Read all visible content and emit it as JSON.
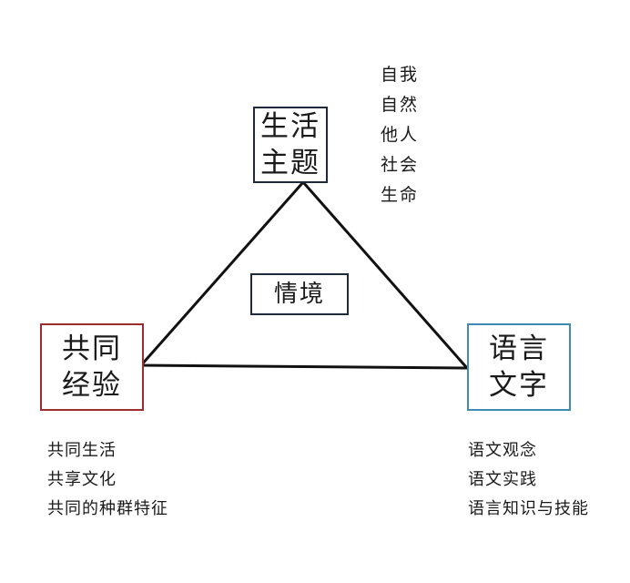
{
  "diagram": {
    "nodes": {
      "top": "生活\n主题",
      "left": "共同\n经验",
      "right": "语言\n文字",
      "center": "情境"
    },
    "colors": {
      "top_border": "#1f2a3c",
      "left_border": "#9b2f2f",
      "right_border": "#3f8bb8",
      "triangle": "#111111"
    },
    "lists": {
      "top": [
        "自我",
        "自然",
        "他人",
        "社会",
        "生命"
      ],
      "left": [
        "共同生活",
        "共享文化",
        "共同的种群特征"
      ],
      "right": [
        "语文观念",
        "语文实践",
        "语言知识与技能"
      ]
    }
  }
}
